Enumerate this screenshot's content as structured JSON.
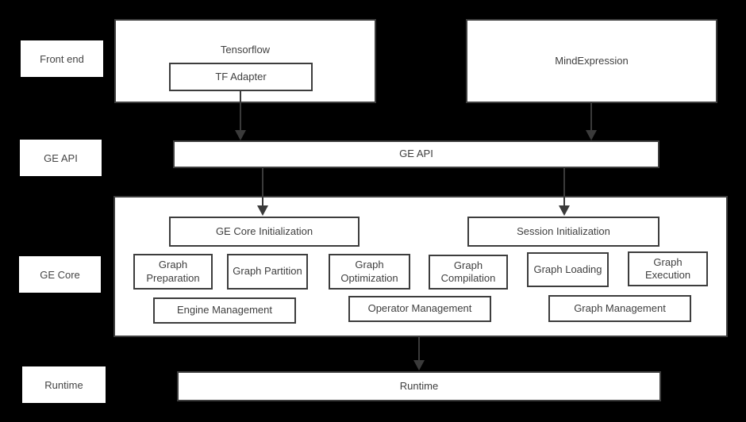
{
  "colors": {
    "background": "#000000",
    "box_fill": "#ffffff",
    "border": "#3d3d3d",
    "text": "#3f3f3f",
    "arrow": "#3a3a3a"
  },
  "rail": {
    "front_end": "Front end",
    "ge_api": "GE API",
    "ge_core": "GE Core",
    "runtime": "Runtime"
  },
  "front_end": {
    "tensorflow_label": "Tensorflow",
    "tf_adapter_label": "TF Adapter",
    "mind_expression_label": "MindExpression"
  },
  "ge_api": {
    "bar_label": "GE API"
  },
  "ge_core": {
    "init": [
      "GE Core Initialization",
      "Session Initialization"
    ],
    "stages": [
      "Graph Preparation",
      "Graph Partition",
      "Graph Optimization",
      "Graph Compilation",
      "Graph Loading",
      "Graph Execution"
    ],
    "management": [
      "Engine Management",
      "Operator Management",
      "Graph Management"
    ]
  },
  "runtime": {
    "bar_label": "Runtime"
  }
}
